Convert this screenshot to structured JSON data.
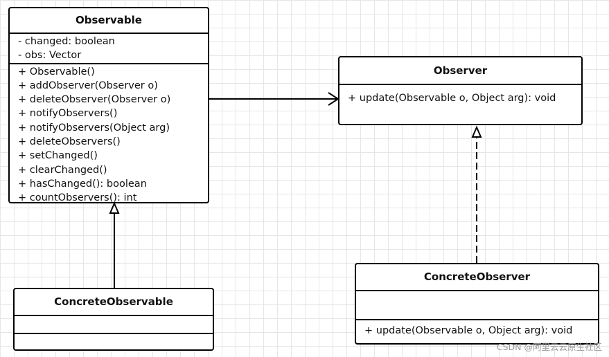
{
  "classes": {
    "observable": {
      "name": "Observable",
      "attributes": [
        "- changed: boolean",
        "- obs: Vector"
      ],
      "methods": [
        "+ Observable()",
        "+ addObserver(Observer o)",
        "+ deleteObserver(Observer o)",
        "+ notifyObservers()",
        "+ notifyObservers(Object arg)",
        "+ deleteObservers()",
        "+ setChanged()",
        "+ clearChanged()",
        "+ hasChanged(): boolean",
        "+ countObservers(): int"
      ]
    },
    "observer": {
      "name": "Observer",
      "methods": [
        "+ update(Observable o, Object arg): void"
      ]
    },
    "concrete_observable": {
      "name": "ConcreteObservable"
    },
    "concrete_observer": {
      "name": "ConcreteObserver",
      "methods": [
        "+ update(Observable o, Object arg): void"
      ]
    }
  },
  "relationships": [
    {
      "type": "association",
      "from": "Observable",
      "to": "Observer"
    },
    {
      "type": "generalization",
      "from": "ConcreteObservable",
      "to": "Observable"
    },
    {
      "type": "realization",
      "from": "ConcreteObserver",
      "to": "Observer"
    }
  ],
  "watermark": "CSDN @阿里云云原生社区"
}
